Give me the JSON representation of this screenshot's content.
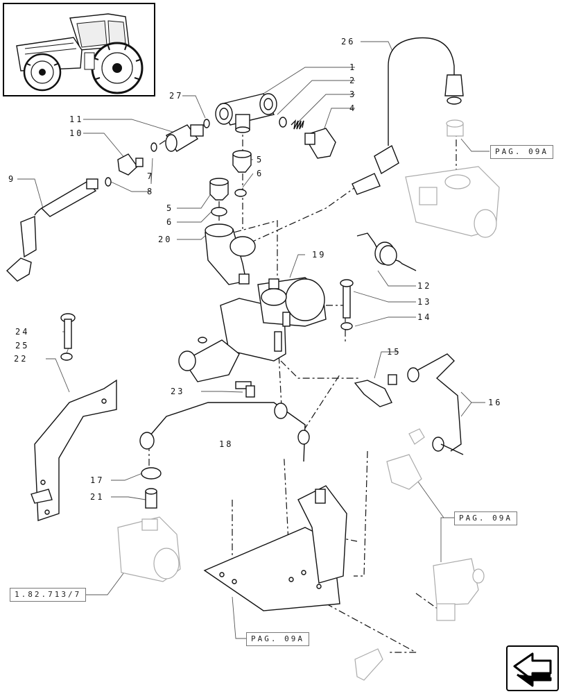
{
  "callouts": [
    {
      "id": "1",
      "text": "1"
    },
    {
      "id": "2",
      "text": "2"
    },
    {
      "id": "3",
      "text": "3"
    },
    {
      "id": "4",
      "text": "4"
    },
    {
      "id": "5a",
      "text": "5"
    },
    {
      "id": "5b",
      "text": "5"
    },
    {
      "id": "6a",
      "text": "6"
    },
    {
      "id": "6b",
      "text": "6"
    },
    {
      "id": "7",
      "text": "7"
    },
    {
      "id": "8",
      "text": "8"
    },
    {
      "id": "9",
      "text": "9"
    },
    {
      "id": "10",
      "text": "10"
    },
    {
      "id": "11",
      "text": "11"
    },
    {
      "id": "12",
      "text": "12"
    },
    {
      "id": "13",
      "text": "13"
    },
    {
      "id": "14",
      "text": "14"
    },
    {
      "id": "15",
      "text": "15"
    },
    {
      "id": "16",
      "text": "16"
    },
    {
      "id": "17",
      "text": "17"
    },
    {
      "id": "18",
      "text": "18"
    },
    {
      "id": "19",
      "text": "19"
    },
    {
      "id": "20",
      "text": "20"
    },
    {
      "id": "21",
      "text": "21"
    },
    {
      "id": "22",
      "text": "22"
    },
    {
      "id": "23",
      "text": "23"
    },
    {
      "id": "24",
      "text": "24"
    },
    {
      "id": "25",
      "text": "25"
    },
    {
      "id": "26",
      "text": "26"
    },
    {
      "id": "27",
      "text": "27"
    }
  ],
  "references": {
    "top_right": "PAG. 09A",
    "mid_right": "PAG. 09A",
    "bottom": "PAG. 09A",
    "left_section": "1.82.713/7"
  },
  "icons": {
    "thumbnail": "tractor-thumbnail-icon",
    "nav": "return-arrow-icon"
  }
}
